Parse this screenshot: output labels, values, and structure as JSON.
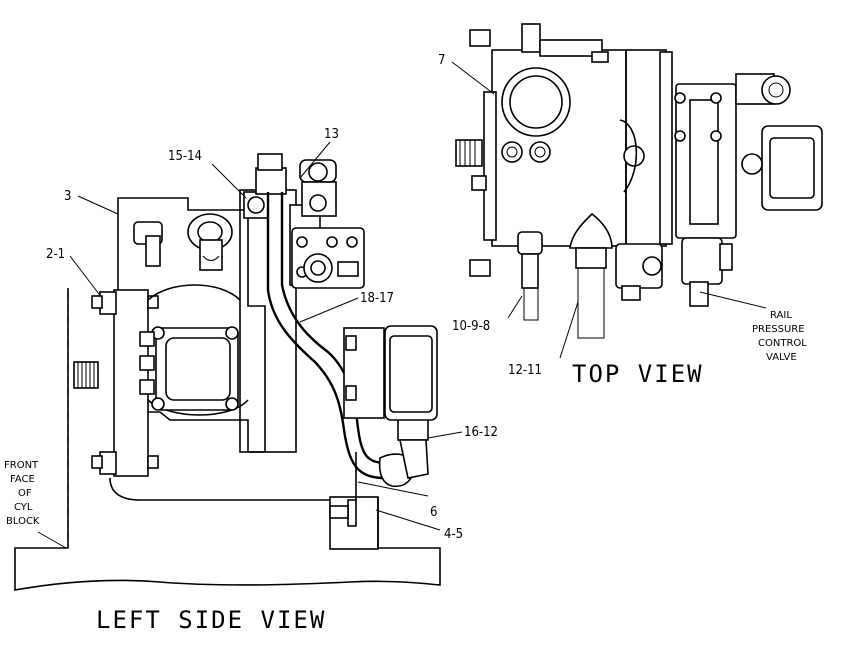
{
  "views": {
    "left_title": "LEFT SIDE VIEW",
    "top_title": "TOP VIEW"
  },
  "callouts": {
    "c3": "3",
    "c2_1": "2-1",
    "c15_14": "15-14",
    "c13": "13",
    "c18_17": "18-17",
    "c16_12": "16-12",
    "c6": "6",
    "c4_5": "4-5",
    "c7": "7",
    "c10_9_8": "10-9-8",
    "c12_11": "12-11"
  },
  "front_face": [
    "FRONT",
    "FACE",
    "OF",
    "CYL",
    "BLOCK"
  ],
  "rail_valve": [
    "RAIL",
    "PRESSURE",
    "CONTROL",
    "VALVE"
  ]
}
